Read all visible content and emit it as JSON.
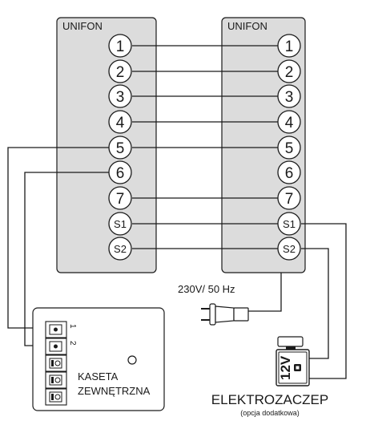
{
  "left_unit": {
    "title": "UNIFON"
  },
  "right_unit": {
    "title": "UNIFON"
  },
  "terminals": [
    "1",
    "2",
    "3",
    "4",
    "5",
    "6",
    "7",
    "S1",
    "S2"
  ],
  "power": {
    "label": "230V/ 50 Hz"
  },
  "station": {
    "label_line1": "KASETA",
    "label_line2": "ZEWNĘTRZNA",
    "pin1": "1",
    "pin2": "2"
  },
  "lock": {
    "title": "ELEKTROZACZEP",
    "subtitle": "(opcja dodatkowa)",
    "voltage": "12V"
  },
  "colors": {
    "panel_fill": "#dcdcdc",
    "line": "#1a1a1a",
    "background": "#ffffff"
  }
}
